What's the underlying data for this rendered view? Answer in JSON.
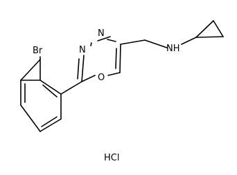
{
  "molecule": {
    "atoms": {
      "bromine": "Br",
      "nitrogen_ring_left": "N",
      "nitrogen_ring_right": "N",
      "oxygen_ring": "O",
      "amine": "NH"
    },
    "salt": "HCl"
  },
  "colors": {
    "ink": "#000000",
    "background": "#ffffff"
  }
}
